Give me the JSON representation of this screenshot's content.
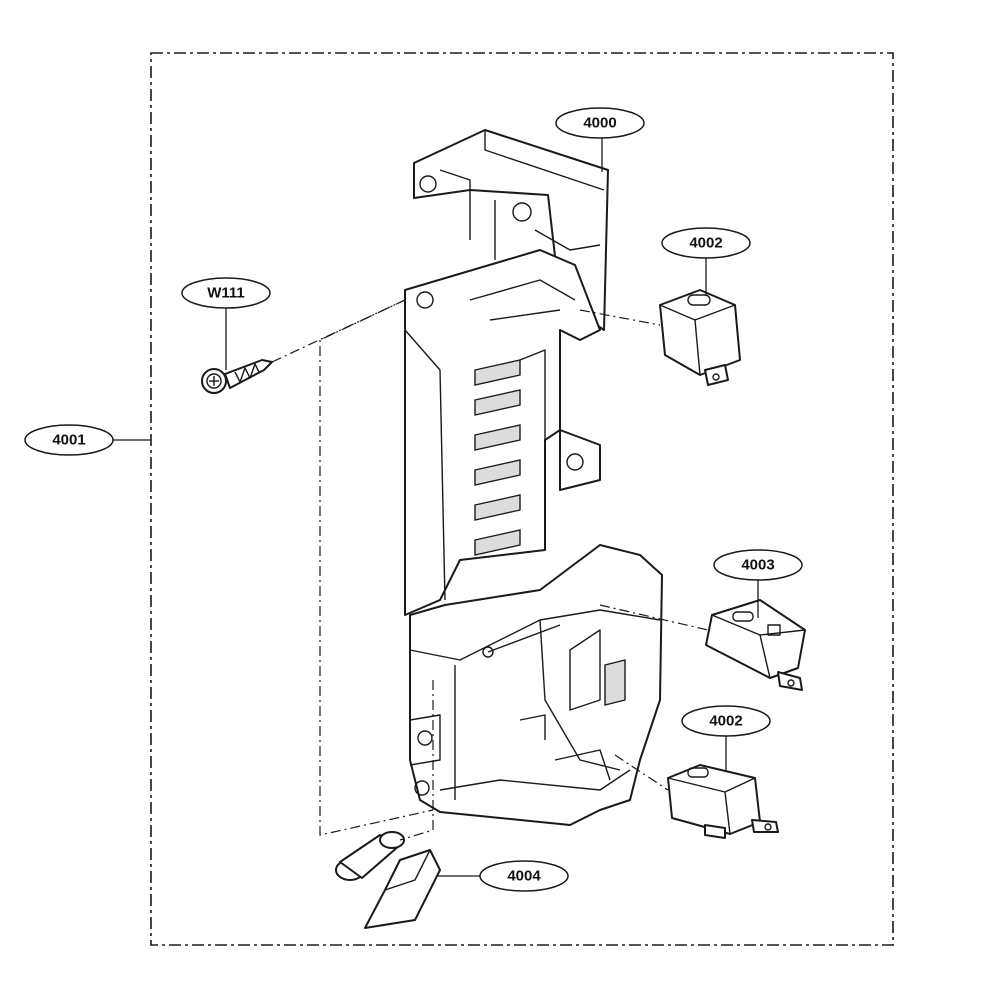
{
  "callouts": [
    {
      "id": "c4000",
      "label": "4000"
    },
    {
      "id": "c4002a",
      "label": "4002"
    },
    {
      "id": "cW111",
      "label": "W111"
    },
    {
      "id": "c4001",
      "label": "4001"
    },
    {
      "id": "c4003",
      "label": "4003"
    },
    {
      "id": "c4002b",
      "label": "4002"
    },
    {
      "id": "c4004",
      "label": "4004"
    }
  ]
}
